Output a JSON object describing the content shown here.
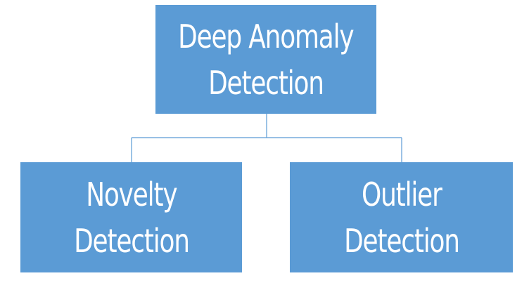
{
  "diagram": {
    "root": {
      "line1": "Deep Anomaly",
      "line2": "Detection"
    },
    "children": [
      {
        "line1": "Novelty",
        "line2": "Detection"
      },
      {
        "line1": "Outlier",
        "line2": "Detection"
      }
    ],
    "colors": {
      "box_fill": "#5b9bd5",
      "text": "#ffffff",
      "connector": "#5b9bd5"
    }
  }
}
